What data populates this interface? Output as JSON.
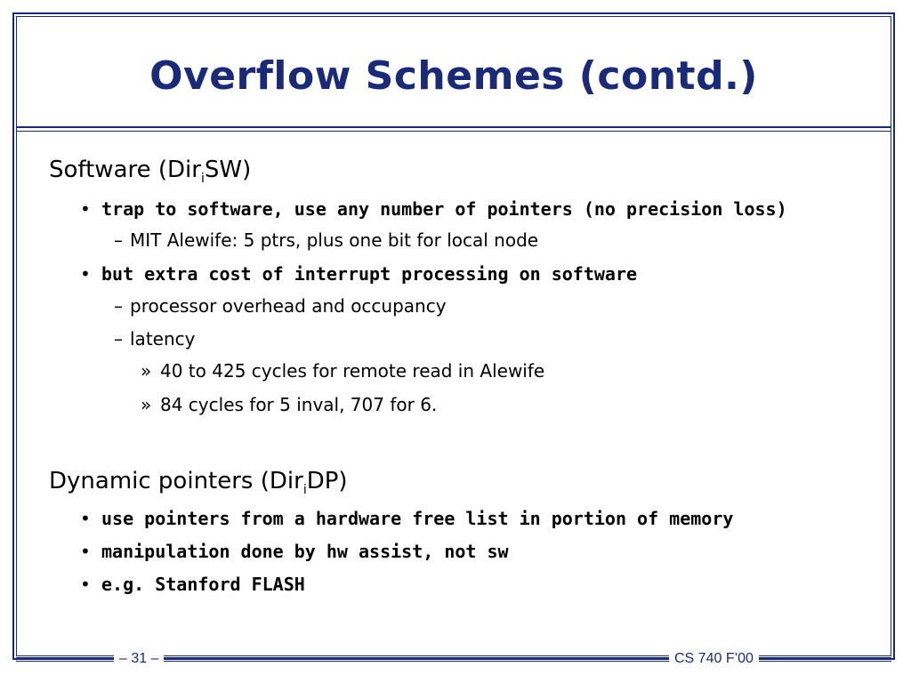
{
  "slide": {
    "title": "Overflow Schemes (contd.)",
    "sections": [
      {
        "heading_pre": "Software (Dir",
        "heading_sub": "i",
        "heading_post": "SW)",
        "items": [
          {
            "text": "trap to software, use any number of pointers (no precision loss)"
          },
          {
            "text": "MIT Alewife: 5 ptrs, plus one bit for local node"
          },
          {
            "text": "but extra cost of interrupt processing on software"
          },
          {
            "text": "processor overhead and occupancy"
          },
          {
            "text": "latency"
          },
          {
            "text": "40 to 425 cycles for remote read in Alewife"
          },
          {
            "text": "84 cycles for 5 inval, 707 for 6."
          }
        ]
      },
      {
        "heading_pre": "Dynamic pointers (Dir",
        "heading_sub": "i",
        "heading_post": "DP)",
        "items": [
          {
            "text": "use pointers from a hardware  free list in  portion of memory"
          },
          {
            "text": "manipulation done by hw assist, not sw"
          },
          {
            "text": "e.g. Stanford FLASH"
          }
        ]
      }
    ],
    "bullets": {
      "level1": "•",
      "level2": "–",
      "level3": "»"
    }
  },
  "footer": {
    "page_number": "– 31 –",
    "course": "CS 740 F’00"
  },
  "colors": {
    "accent": "#1a2a7a"
  }
}
